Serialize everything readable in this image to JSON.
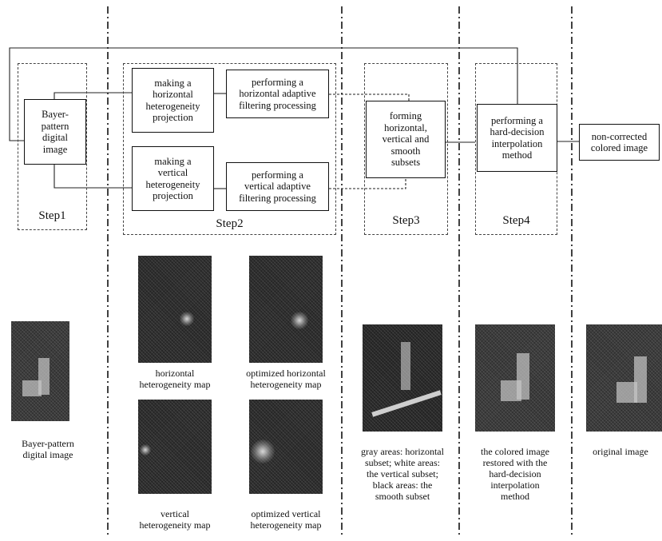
{
  "boxes": {
    "bayer_input": "Bayer-\npattern\ndigital\nimage",
    "h_projection": "making a\nhorizontal\nheterogeneity\nprojection",
    "h_filtering": "performing a\nhorizontal adaptive\nfiltering processing",
    "v_projection": "making a\nvertical\nheterogeneity\nprojection",
    "v_filtering": "performing a\nvertical adaptive\nfiltering processing",
    "subsets": "forming\nhorizontal,\nvertical and\nsmooth\nsubsets",
    "hard_decision": "performing a\nhard-decision\ninterpolation\nmethod",
    "output": "non-corrected\ncolored image"
  },
  "steps": {
    "step1": "Step1",
    "step2": "Step2",
    "step3": "Step3",
    "step4": "Step4"
  },
  "captions": {
    "bayer_image": "Bayer-pattern\ndigital image",
    "h_map": "horizontal\nheterogeneity map",
    "opt_h_map": "optimized horizontal\nheterogeneity map",
    "v_map": "vertical\nheterogeneity map",
    "opt_v_map": "optimized vertical\nheterogeneity map",
    "subset_map": "gray areas: horizontal\nsubset; white areas:\nthe vertical subset;\nblack areas: the\nsmooth subset",
    "restored": "the colored image\nrestored with the\nhard-decision\ninterpolation\nmethod",
    "original": "original image"
  }
}
